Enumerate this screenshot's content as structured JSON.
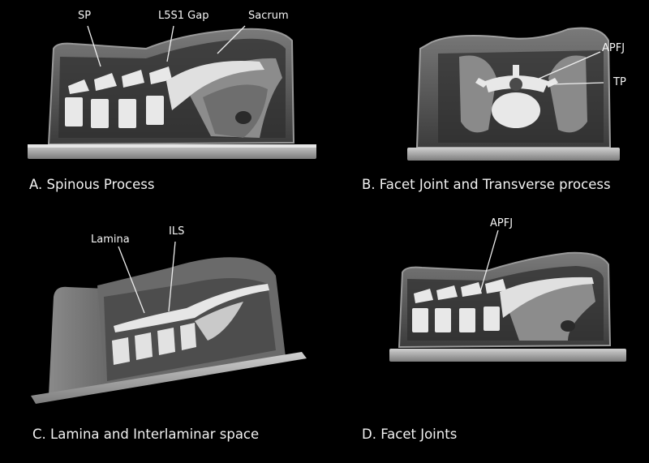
{
  "panels": [
    {
      "id": "A",
      "caption": "A. Spinous Process",
      "labels": [
        "SP",
        "L5S1 Gap",
        "Sacrum"
      ]
    },
    {
      "id": "B",
      "caption": "B. Facet Joint and Transverse process",
      "labels": [
        "APFJ",
        "TP"
      ]
    },
    {
      "id": "C",
      "caption": "C. Lamina and Interlaminar space",
      "labels": [
        "Lamina",
        "ILS"
      ]
    },
    {
      "id": "D",
      "caption": "D. Facet Joints",
      "labels": [
        "APFJ"
      ]
    }
  ],
  "colors": {
    "background": "#000000",
    "phantom_gel": "#5a5a5a",
    "bone": "#e8e8e8",
    "base_plate": "#9a9a9a",
    "label_text": "#f5f5f5"
  }
}
